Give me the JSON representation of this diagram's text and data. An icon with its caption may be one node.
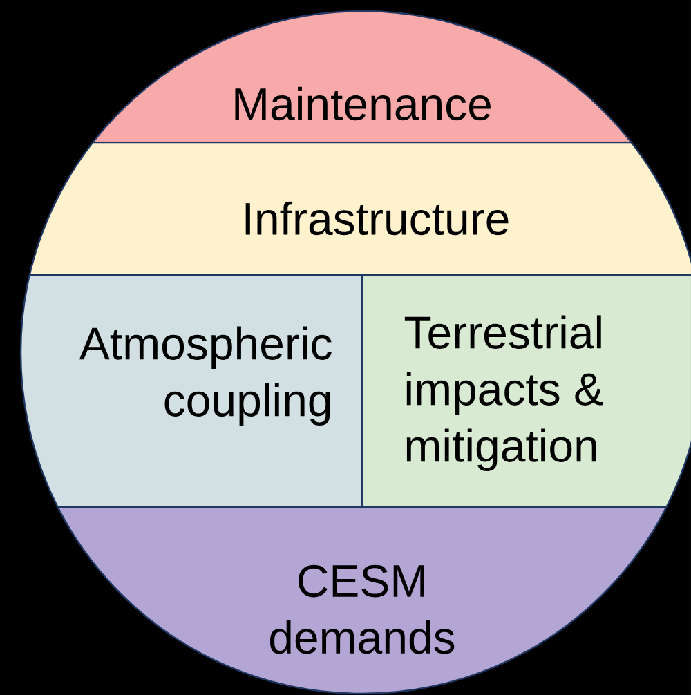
{
  "diagram": {
    "nodes": [
      {
        "text": [
          "Maintenance"
        ]
      },
      {
        "text": [
          "Infrastructure"
        ]
      },
      {
        "text": [
          "Atmospheric coupling"
        ]
      },
      {
        "text": [
          "Terrestrial impacts & mitigation"
        ]
      },
      {
        "text": [
          "CESM demands"
        ]
      }
    ]
  }
}
